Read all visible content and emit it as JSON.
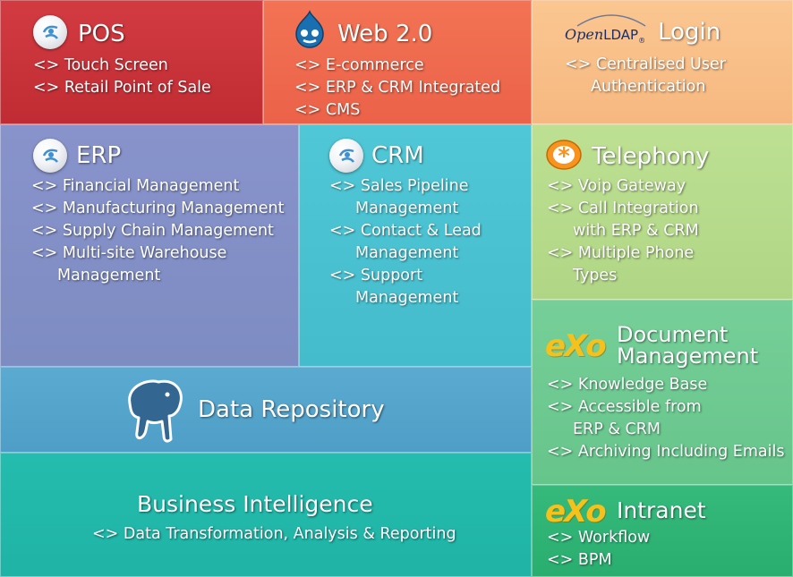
{
  "pos": {
    "title": "POS",
    "icon": "globe-icon",
    "items": [
      "<> Touch Screen",
      "<> Retail Point of Sale"
    ]
  },
  "web": {
    "title": "Web 2.0",
    "icon": "drupal-icon",
    "items": [
      "<> E-commerce",
      "<> ERP & CRM Integrated",
      "<> CMS"
    ]
  },
  "login": {
    "title": "Login",
    "logo_text_1": "Open",
    "logo_text_2": "LDAP",
    "logo_reg": "®",
    "items": [
      "<> Centralised User",
      "Authentication"
    ]
  },
  "erp": {
    "title": "ERP",
    "icon": "globe-icon",
    "items": [
      "<> Financial Management",
      "<> Manufacturing Management",
      "<> Supply Chain Management",
      "<> Multi-site Warehouse",
      "Management"
    ]
  },
  "crm": {
    "title": "CRM",
    "icon": "globe-icon",
    "items": [
      "<> Sales Pipeline",
      "Management",
      "<> Contact & Lead",
      "Management",
      "<> Support",
      "Management"
    ]
  },
  "telephony": {
    "title": "Telephony",
    "icon": "asterisk-icon",
    "items": [
      "<> Voip Gateway",
      "<> Call Integration",
      "with ERP & CRM",
      "<> Multiple Phone",
      "Types"
    ]
  },
  "document": {
    "title_line1": "Document",
    "title_line2": "Management",
    "logo_text": "eXo",
    "items": [
      "<> Knowledge Base",
      "<> Accessible from",
      "ERP & CRM",
      "<> Archiving Including Emails"
    ]
  },
  "repository": {
    "title": "Data Repository",
    "icon": "elephant-icon"
  },
  "intranet": {
    "title": "Intranet",
    "logo_text": "eXo",
    "items": [
      "<> Workflow",
      "<> BPM"
    ]
  },
  "bi": {
    "title": "Business Intelligence",
    "items": [
      "<> Data Transformation, Analysis & Reporting"
    ]
  },
  "colors": {
    "pos": "#c8333a",
    "web": "#ef6a4f",
    "login": "#f9c08a",
    "erp": "#8a94c8",
    "crm": "#4cc3d3",
    "telephony": "#b7dc8c",
    "document": "#6fcb93",
    "repository": "#56a5ce",
    "intranet": "#2fb676",
    "bi": "#22b8ab"
  }
}
